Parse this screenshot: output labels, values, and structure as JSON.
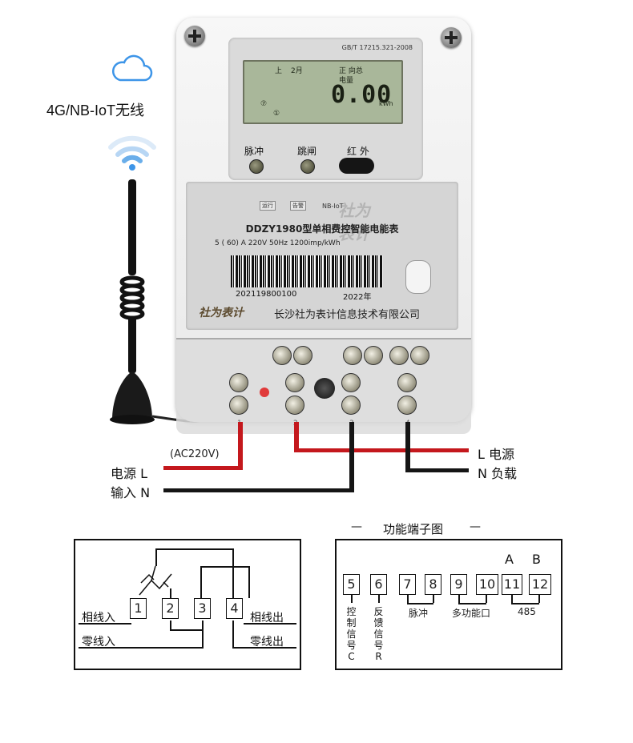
{
  "wireless": {
    "label": "4G/NB-IoT无线",
    "cloud_icon": "cloud-icon",
    "wifi_icon": "wifi-signal-icon",
    "antenna_icon": "antenna-icon",
    "accent": "#3d95e8"
  },
  "meter": {
    "standard": "GB/T 17215.321-2008",
    "lcd": {
      "top_left": "上",
      "month": "2月",
      "direction": "正 向总",
      "energy_label": "电量",
      "value": "0.00",
      "unit": "kWh",
      "bottom_symbols": "⑦",
      "bottom_symbols2": "①"
    },
    "indicators": [
      "脉冲",
      "跳闸",
      "红 外"
    ],
    "status_tags": [
      "运行",
      "告警"
    ],
    "comm_tag": "NB-IoT",
    "brand_watermark": "社为表计",
    "model": "DDZY1980型单相费控智能电能表",
    "spec": "5 ( 60) A 220V 50Hz 1200imp/kWh",
    "serial": "202119800100",
    "year": "2022年",
    "logo_text": "社为表计",
    "company": "长沙社为表计信息技术有限公司",
    "terminal_numbers": [
      "1",
      "2",
      "3",
      "4"
    ]
  },
  "wiring_labels": {
    "ac_voltage": "(AC220V)",
    "left_power": "电源 L",
    "left_input": "输入 N",
    "right_power": "L 电源",
    "right_load": "N 负载",
    "wire_red": "#c4181d",
    "wire_black": "#151515"
  },
  "main_diagram": {
    "terminals": [
      "1",
      "2",
      "3",
      "4"
    ],
    "phase_in": "相线入",
    "phase_out": "相线出",
    "neutral_in": "零线入",
    "neutral_out": "零线出"
  },
  "function_diagram": {
    "title": "功能端子图",
    "title_dash_left": "—",
    "title_dash_right": "—",
    "terminals": [
      "5",
      "6",
      "7",
      "8",
      "9",
      "10",
      "11",
      "12"
    ],
    "a_label": "A",
    "b_label": "B",
    "control_signal": "控制信号C",
    "feedback_signal": "反馈信号R",
    "pulse": "脉冲",
    "multifunction": "多功能口",
    "rs485": "485"
  }
}
